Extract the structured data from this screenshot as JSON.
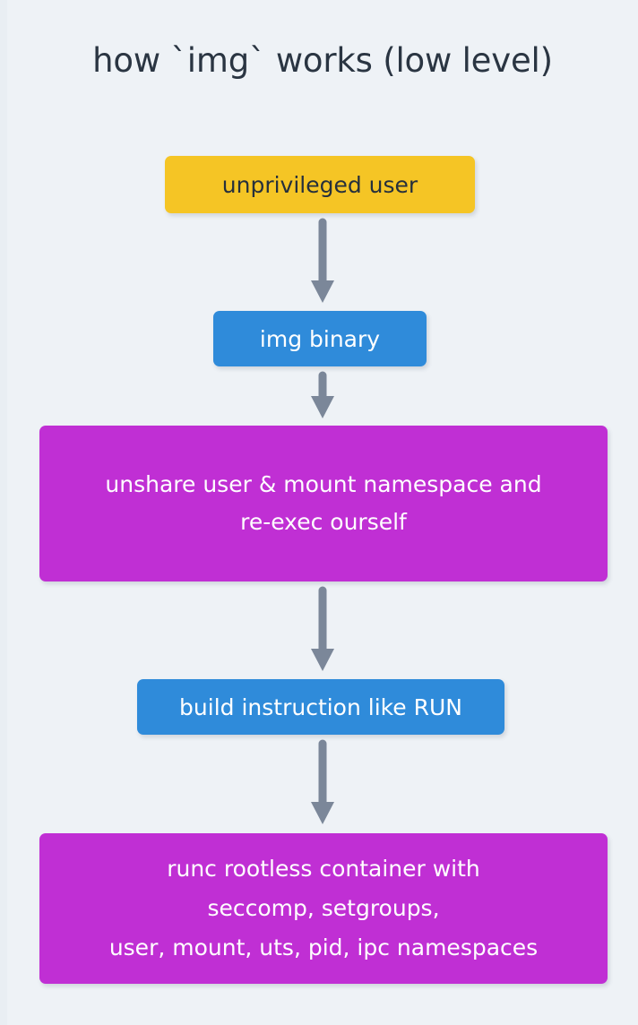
{
  "diagram": {
    "type": "flowchart",
    "direction": "top-to-bottom",
    "title": "how `img` works (low level)",
    "background_color": "#eef2f6",
    "title_color": "#2a3542",
    "arrow_color": "#7b8799",
    "nodes": [
      {
        "id": "unprivileged-user",
        "label": "unprivileged user",
        "fill_color": "#f5c525",
        "text_color": "#26303c",
        "shape": "rounded-rect"
      },
      {
        "id": "img-binary",
        "label": "img binary",
        "fill_color": "#2f8bda",
        "text_color": "#ffffff",
        "shape": "rounded-rect"
      },
      {
        "id": "unshare",
        "label": "unshare user & mount namespace and\nre-exec ourself",
        "fill_color": "#c02fd4",
        "text_color": "#ffffff",
        "shape": "rounded-rect"
      },
      {
        "id": "build-instruction",
        "label": "build instruction like RUN",
        "fill_color": "#2f8bda",
        "text_color": "#ffffff",
        "shape": "rounded-rect"
      },
      {
        "id": "runc",
        "label": "runc rootless container with\nseccomp, setgroups,\nuser, mount, uts, pid, ipc namespaces",
        "fill_color": "#c02fd4",
        "text_color": "#ffffff",
        "shape": "rounded-rect"
      }
    ],
    "edges": [
      {
        "id": "edge-1",
        "from": "unprivileged-user",
        "to": "img-binary",
        "style": "arrow-down"
      },
      {
        "id": "edge-2",
        "from": "img-binary",
        "to": "unshare",
        "style": "arrow-down"
      },
      {
        "id": "edge-3",
        "from": "unshare",
        "to": "build-instruction",
        "style": "arrow-down"
      },
      {
        "id": "edge-4",
        "from": "build-instruction",
        "to": "runc",
        "style": "arrow-down"
      }
    ]
  }
}
